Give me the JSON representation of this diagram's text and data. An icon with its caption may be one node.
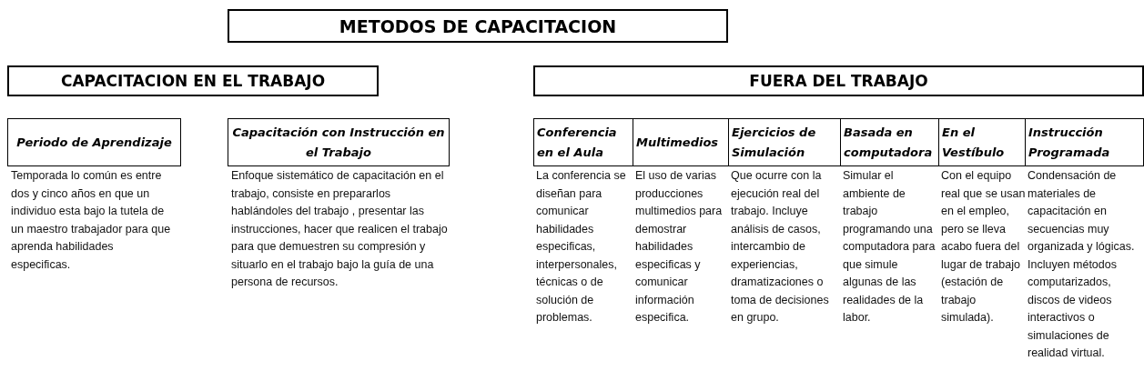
{
  "diagram": {
    "nodes": [
      {
        "text": [
          "METODOS DE CAPACITACION"
        ]
      },
      {
        "text": [
          "CAPACITACION EN EL TRABAJO"
        ]
      },
      {
        "text": [
          "FUERA DEL TRABAJO"
        ]
      },
      {
        "text": [
          "Periodo de Aprendizaje"
        ],
        "beside": [
          "Temporada lo común es entre dos y cinco años en que un individuo esta bajo la tutela de un maestro trabajador para que aprenda habilidades especificas."
        ]
      },
      {
        "text": [
          "Capacitación con Instrucción en el Trabajo"
        ],
        "beside": [
          "Enfoque sistemático de capacitación en el trabajo, consiste en prepararlos hablándoles del trabajo , presentar las instrucciones, hacer que realicen el trabajo para que demuestren su compresión y situarlo en el trabajo bajo la guía de una persona de recursos."
        ]
      },
      {
        "text": [
          "Conferencia en el Aula"
        ],
        "beside": [
          "La conferencia se diseñan para comunicar habilidades especificas, interpersonales, técnicas o de solución de problemas."
        ]
      },
      {
        "text": [
          "Multimedios"
        ],
        "beside": [
          "El uso de varias producciones multimedios para demostrar habilidades especificas y comunicar información especifica."
        ]
      },
      {
        "text": [
          "Ejercicios de Simulación"
        ],
        "beside": [
          "Que ocurre con la ejecución real del trabajo. Incluye análisis de casos, intercambio de experiencias, dramatizaciones o toma de decisiones en grupo."
        ]
      },
      {
        "text": [
          "Basada en computadora"
        ],
        "beside": [
          "Simular el ambiente de trabajo programando una computadora para que simule algunas de las realidades de la labor."
        ]
      },
      {
        "text": [
          "En el Vestíbulo"
        ],
        "beside": [
          "Con el equipo real que se usan en el empleo, pero se lleva acabo fuera del lugar de trabajo (estación de trabajo simulada)."
        ]
      },
      {
        "text": [
          "Instrucción Programada"
        ],
        "beside": [
          "Condensación de materiales de capacitación en secuencias muy organizada y lógicas. Incluyen métodos computarizados, discos de videos interactivos o simulaciones de realidad virtual."
        ]
      }
    ]
  }
}
